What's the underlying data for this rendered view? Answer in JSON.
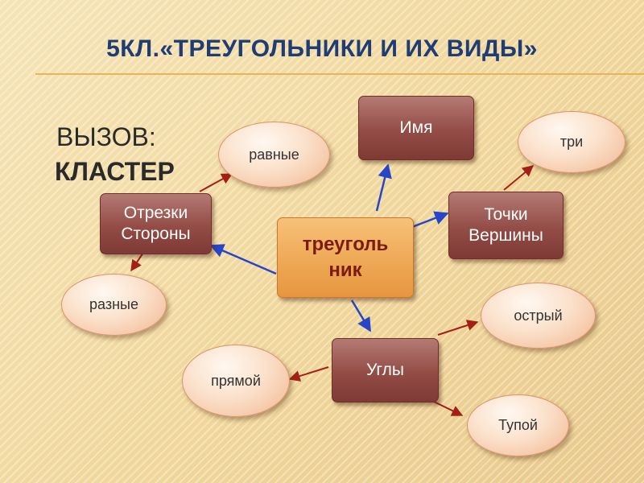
{
  "title": "5КЛ.«ТРЕУГОЛЬНИКИ И ИХ ВИДЫ»",
  "lead": {
    "bullet": "",
    "line1": "ВЫЗОВ:",
    "line2": "КЛАСТЕР"
  },
  "center": {
    "line1": "треуголь",
    "line2": "ник"
  },
  "boxes": {
    "name": "Имя",
    "sides": {
      "line1": "Отрезки",
      "line2": "Стороны"
    },
    "vertices": {
      "line1": "Точки",
      "line2": "Вершины"
    },
    "angles": "Углы"
  },
  "ovals": {
    "equal": "равные",
    "different": "разные",
    "three": "три",
    "acute": "острый",
    "right": "прямой",
    "obtuse": "Тупой"
  },
  "colors": {
    "blue_arrow": "#2645c8",
    "red_arrow": "#a51f16",
    "title": "#1f3c74"
  }
}
